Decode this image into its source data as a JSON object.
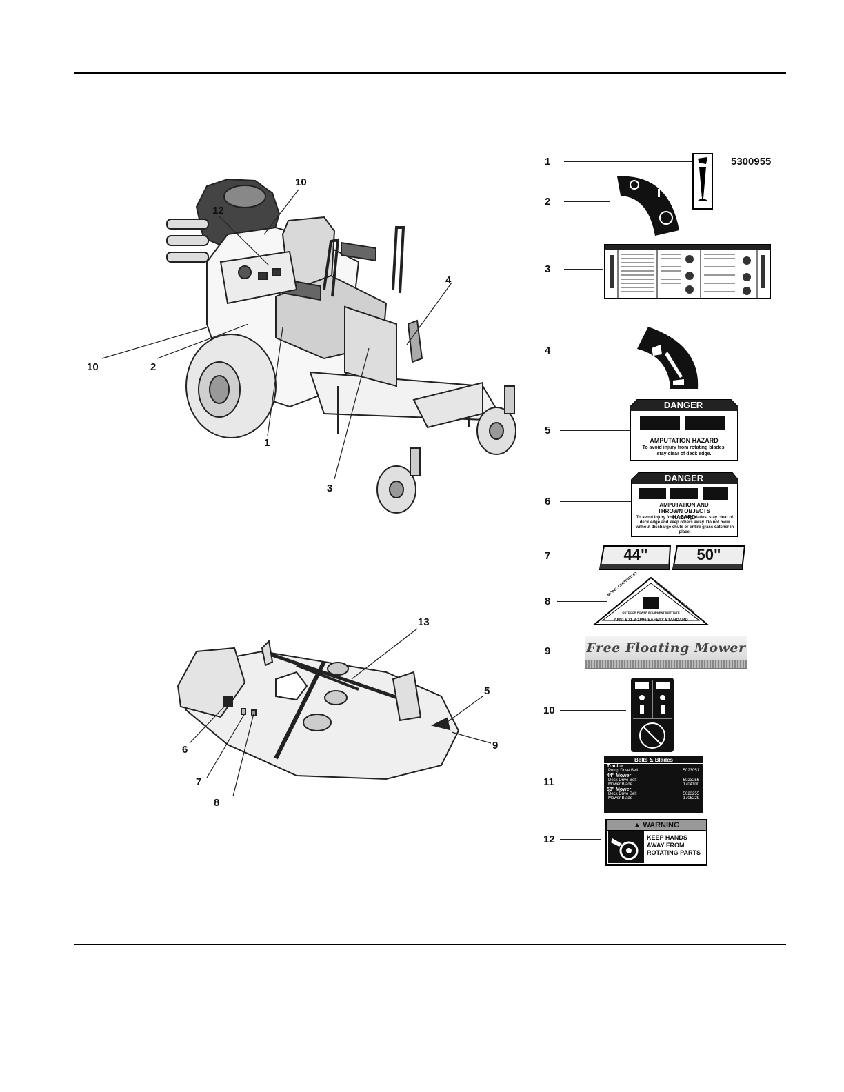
{
  "part_number": "5300955",
  "callouts_diagram": [
    "10",
    "12",
    "4",
    "10",
    "2",
    "1",
    "3",
    "13",
    "5",
    "9",
    "6",
    "7",
    "8"
  ],
  "decal_numbers": [
    "1",
    "2",
    "3",
    "4",
    "5",
    "6",
    "7",
    "8",
    "9",
    "10",
    "11",
    "12"
  ],
  "decal5": {
    "header": "DANGER",
    "title": "AMPUTATION HAZARD",
    "body": "To avoid injury from rotating blades, stay clear of deck edge."
  },
  "decal6": {
    "header": "DANGER",
    "title": "AMPUTATION AND THROWN OBJECTS HAZARD",
    "body": "To avoid injury from rotating blades, stay clear of deck edge and keep others away. Do not mow without discharge chute or entire grass catcher in place."
  },
  "decal7": {
    "left": "44\"",
    "right": "50\""
  },
  "decal8": {
    "left": "MODEL CERTIFIED BY",
    "right": "INDEPENDENT LABORATORY",
    "inst": "OUTDOOR POWER EQUIPMENT INSTITUTE",
    "std": "ANSI B71.8-1996 SAFETY STANDARD"
  },
  "decal9": "Free Floating Mower",
  "decal11": {
    "title": "Belts & Blades",
    "tractor": "Tractor",
    "rows": [
      {
        "label": "Pump Drive Belt",
        "value": "5023051"
      },
      {
        "label": "44\" Mower",
        "value": ""
      },
      {
        "label": "Deck Drive Belt",
        "value": "5023256"
      },
      {
        "label": "Mower Blade",
        "value": "1704100"
      },
      {
        "label": "50\" Mower",
        "value": ""
      },
      {
        "label": "Deck Drive Belt",
        "value": "5023255"
      },
      {
        "label": "Mower Blade",
        "value": "1705229"
      }
    ]
  },
  "decal12": {
    "header": "WARNING",
    "lines": [
      "KEEP HANDS",
      "AWAY FROM",
      "ROTATING PARTS"
    ]
  }
}
